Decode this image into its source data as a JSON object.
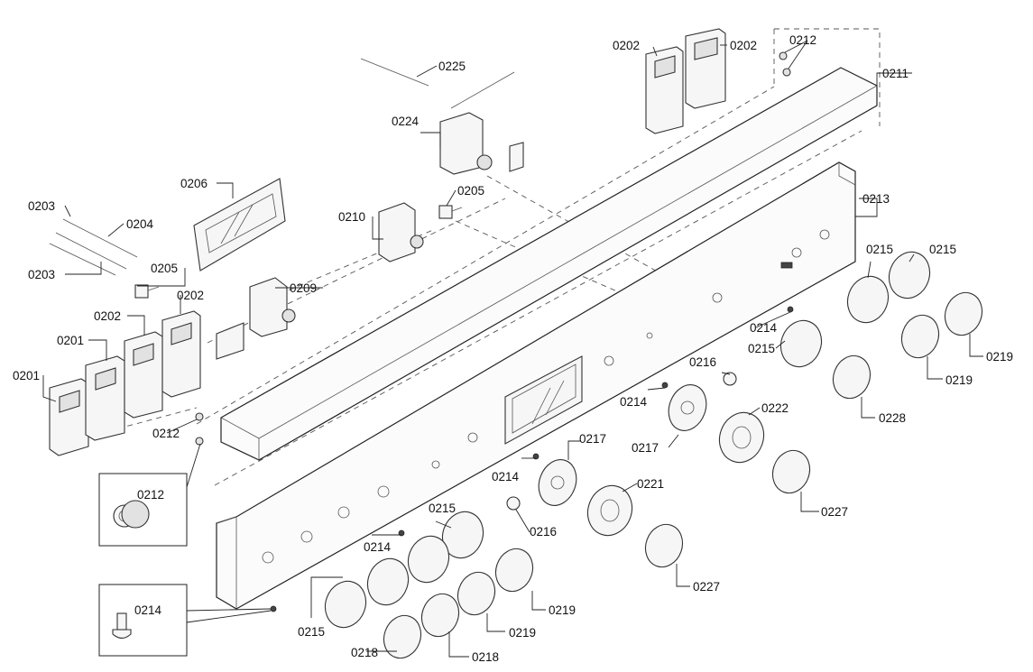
{
  "labels": {
    "l0201a": "0201",
    "l0201b": "0201",
    "l0202a": "0202",
    "l0202b": "0202",
    "l0202c": "0202",
    "l0202d": "0202",
    "l0203a": "0203",
    "l0203b": "0203",
    "l0204": "0204",
    "l0205a": "0205",
    "l0205b": "0205",
    "l0206": "0206",
    "l0209": "0209",
    "l0210": "0210",
    "l0211": "0211",
    "l0212a": "0212",
    "l0212b": "0212",
    "l0212c": "0212",
    "l0213": "0213",
    "l0214a": "0214",
    "l0214b": "0214",
    "l0214c": "0214",
    "l0214d": "0214",
    "l0214e": "0214",
    "l0215a": "0215",
    "l0215b": "0215",
    "l0215c": "0215",
    "l0215d": "0215",
    "l0215e": "0215",
    "l0216a": "0216",
    "l0216b": "0216",
    "l0217a": "0217",
    "l0217b": "0217",
    "l0218a": "0218",
    "l0218b": "0218",
    "l0219a": "0219",
    "l0219b": "0219",
    "l0219c": "0219",
    "l0219d": "0219",
    "l0221": "0221",
    "l0222": "0222",
    "l0224": "0224",
    "l0225": "0225",
    "l0227a": "0227",
    "l0227b": "0227",
    "l0228": "0228"
  },
  "colors": {
    "line": "#222222",
    "fill": "#f6f6f6",
    "background": "#ffffff"
  }
}
